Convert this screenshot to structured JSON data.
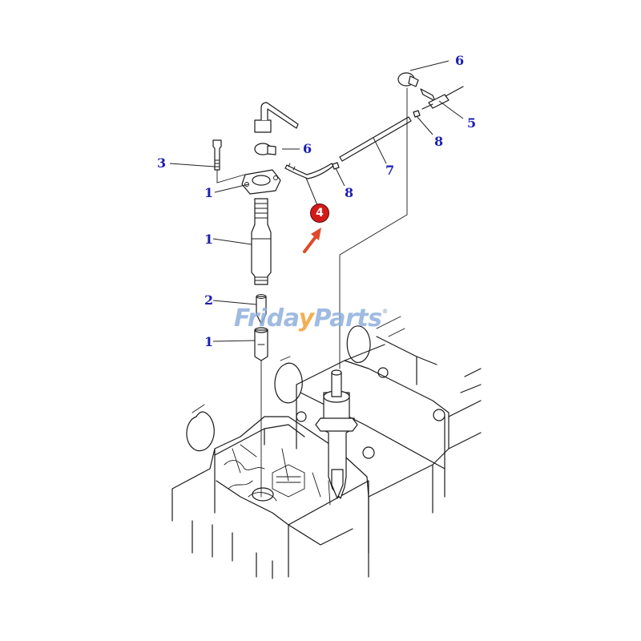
{
  "diagram": {
    "type": "exploded-parts-view",
    "subject": "fuel injector assembly on cylinder head",
    "callouts": [
      {
        "id": "c3",
        "label": "3",
        "part": "bolt"
      },
      {
        "id": "c1a",
        "label": "1",
        "part": "holder flange"
      },
      {
        "id": "c6a",
        "label": "6",
        "part": "eye joint (left)"
      },
      {
        "id": "c8a",
        "label": "8",
        "part": "clip (left)"
      },
      {
        "id": "c7",
        "label": "7",
        "part": "leak-off pipe"
      },
      {
        "id": "c6b",
        "label": "6",
        "part": "eye joint (right)"
      },
      {
        "id": "c5",
        "label": "5",
        "part": "joint bolt"
      },
      {
        "id": "c8b",
        "label": "8",
        "part": "clip (right)"
      },
      {
        "id": "c1b",
        "label": "1",
        "part": "injector body"
      },
      {
        "id": "c2",
        "label": "2",
        "part": "nozzle"
      },
      {
        "id": "c1c",
        "label": "1",
        "part": "nozzle nut"
      }
    ],
    "highlight": {
      "label": "4",
      "part": "return hose",
      "color": "#d31a1a"
    },
    "arrow_color": "#e04a2a",
    "callout_color": "#1c1fb4"
  },
  "watermark": {
    "prefix": "Frida",
    "mid": "y",
    "suffix": "Parts",
    "trademark": "®"
  }
}
